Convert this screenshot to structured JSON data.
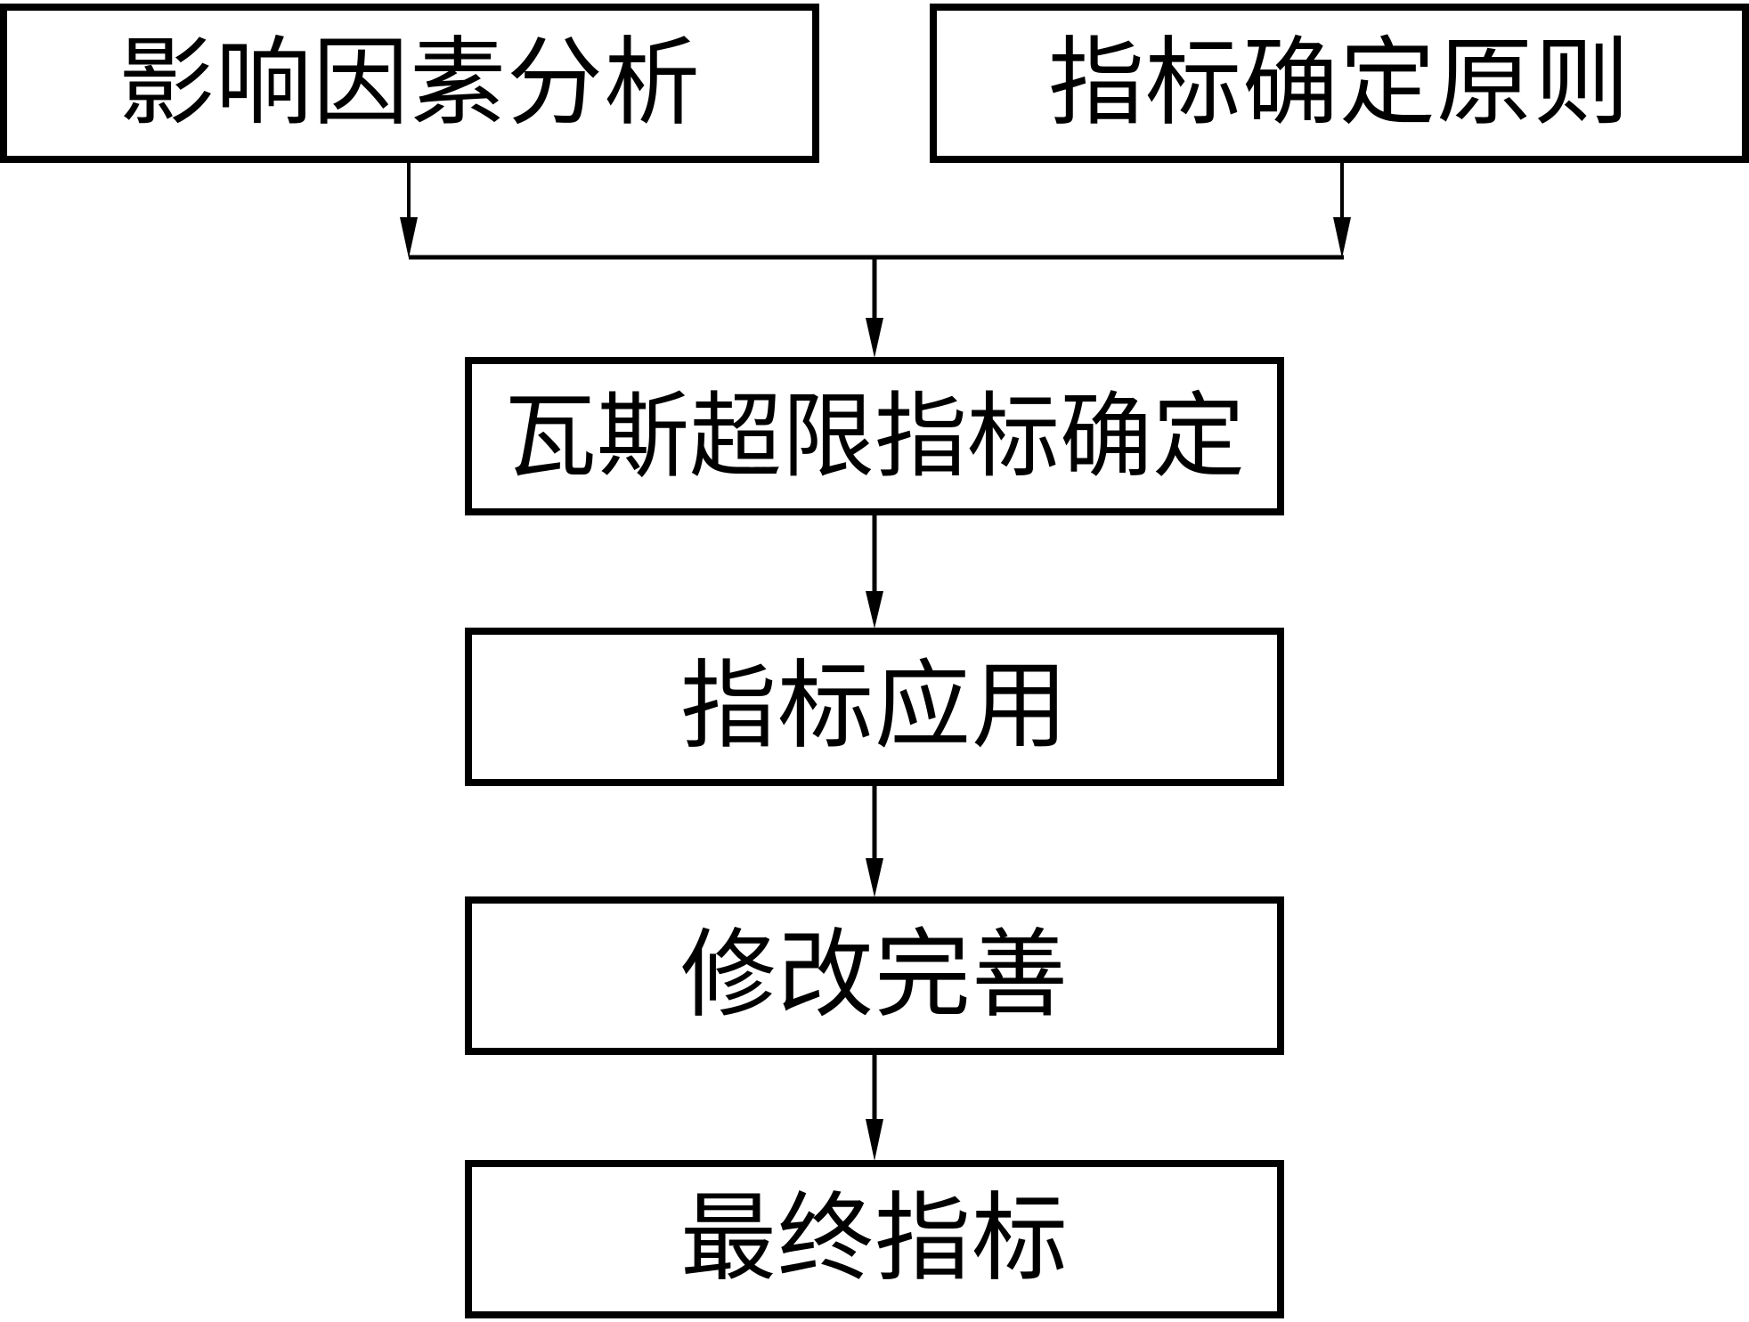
{
  "diagram": {
    "type": "flowchart",
    "direction": "top-to-bottom",
    "colors": {
      "line": "#000000",
      "text": "#000000",
      "background": "#ffffff"
    },
    "nodes": [
      {
        "id": "n1",
        "label": "影响因素分析"
      },
      {
        "id": "n2",
        "label": "指标确定原则"
      },
      {
        "id": "n3",
        "label": "瓦斯超限指标确定"
      },
      {
        "id": "n4",
        "label": "指标应用"
      },
      {
        "id": "n5",
        "label": "修改完善"
      },
      {
        "id": "n6",
        "label": "最终指标"
      }
    ],
    "edges": [
      {
        "from": "n1",
        "to": "n3",
        "style": "merge-arrow"
      },
      {
        "from": "n2",
        "to": "n3",
        "style": "merge-arrow"
      },
      {
        "from": "n3",
        "to": "n4",
        "style": "arrow"
      },
      {
        "from": "n4",
        "to": "n5",
        "style": "arrow"
      },
      {
        "from": "n5",
        "to": "n6",
        "style": "arrow"
      }
    ]
  }
}
